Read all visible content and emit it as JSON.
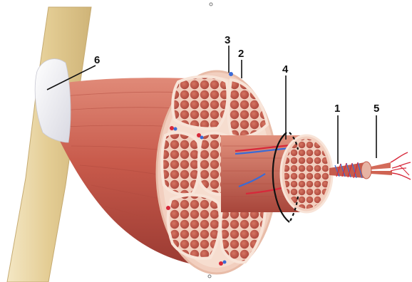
{
  "labels": {
    "l1": "1",
    "l2": "2",
    "l3": "3",
    "l4": "4",
    "l5": "5",
    "l6": "6"
  },
  "colors": {
    "bone": "#e9d6a4",
    "tendon": "#f1f1f4",
    "muscle": "#c9574a",
    "muscle_dark": "#9c3a31",
    "perimysium": "#f3d6c6",
    "fiber": "#b9513f",
    "vessel_red": "#d7283a",
    "vessel_blue": "#3a6bd6",
    "label_line": "#111111"
  }
}
